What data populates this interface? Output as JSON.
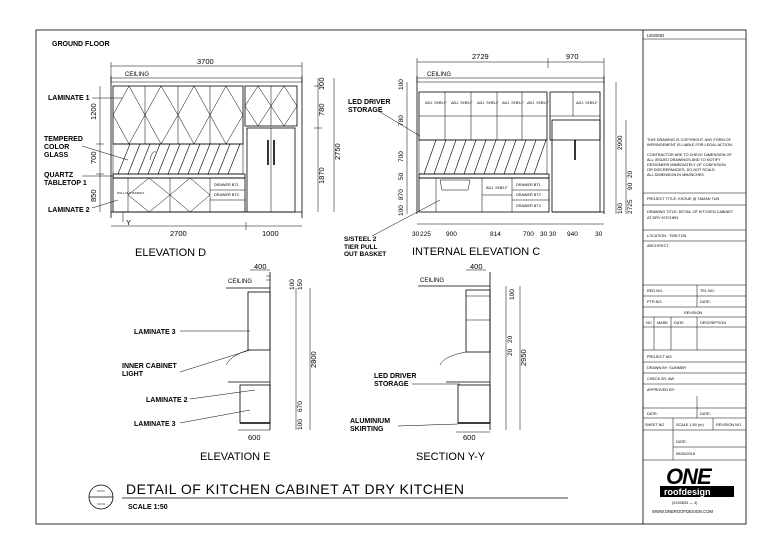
{
  "sheet_header": "GROUND FLOOR",
  "elevation_d": {
    "title": "ELEVATION D",
    "ceiling": "CEILING",
    "dim_top": "3700",
    "dim_bottom_left": "2700",
    "dim_bottom_right": "1000",
    "dim_left": [
      "1200",
      "700",
      "850"
    ],
    "dim_right_inner": [
      "100",
      "780",
      "1870"
    ],
    "dim_right_outer": "2750",
    "labels": [
      "LAMINATE 1",
      "TEMPERED COLOR GLASS",
      "QUARTZ TABLETOP 1",
      "LAMINATE 2"
    ],
    "drawers": [
      "DRAWER BT1",
      "DRAWER BT3"
    ],
    "pull_out": "PULL OUT BASKET",
    "section_mark": "Y"
  },
  "internal_elevation_c": {
    "title": "INTERNAL ELEVATION C",
    "ceiling": "CEILING",
    "dim_top": [
      "2729",
      "970"
    ],
    "dim_bottom": [
      "30",
      "225",
      "900",
      "814",
      "700",
      "30",
      "30",
      "940",
      "30"
    ],
    "dim_left": [
      "100",
      "780",
      "700",
      "50",
      "870",
      "100"
    ],
    "dim_right": [
      "2900",
      "2725",
      "90",
      "20",
      "100"
    ],
    "shelf_label": "ADJ. SHELF",
    "drawers": [
      "DRAWER BT1",
      "DRAWER BT2",
      "DRAWER BT3"
    ],
    "labels": [
      "LED DRIVER STORAGE",
      "S/STEEL 2 TIER PULL OUT BASKET"
    ]
  },
  "elevation_e": {
    "title": "ELEVATION E",
    "ceiling": "CEILING",
    "dim_top": "400",
    "dim_bottom": "600",
    "dim_right": [
      "100",
      "150",
      "2800",
      "670",
      "100"
    ],
    "labels": [
      "LAMINATE 3",
      "INNER CABINET LIGHT",
      "LAMINATE 2",
      "LAMINATE 3"
    ]
  },
  "section_yy": {
    "title": "SECTION Y-Y",
    "ceiling": "CEILING",
    "dim_top": "400",
    "dim_bottom": "600",
    "dim_right": [
      "100",
      "2950",
      "20",
      "20"
    ],
    "labels": [
      "LED DRIVER STORAGE",
      "ALUMINIUM SKIRTING"
    ]
  },
  "main_title": "DETAIL OF KITCHEN CABINET AT DRY KITCHEN",
  "scale": "SCALE 1:50",
  "title_block": {
    "legend": "LEGEND",
    "notes": [
      "THIS DRAWING IS COPYRIGHT. ANY FORM OF",
      "INFRINGEMENT IS LIABLE FOR LEGAL ACTION.",
      "",
      "CONTRACTOR ARE TO CHECK DIMENSION OF",
      "ALL ISSUED DRAWINGS AND TO NOTIFY",
      "DESIGNERS IMMEDIATELY OF CONFUSION",
      "OR DISCREPANCIES. DO NOT SCALE.",
      "ALL DIMENSION IN MM/INCHES"
    ],
    "project_title": "PROJECT TITLE: KHOUE @ TAMAN TUN",
    "drawing_title_1": "DRAWING TITLE: DETAIL OF KITCHEN CABINET",
    "drawing_title_2": "AT DRY KITCHEN",
    "location": "LOCATION : TMN TUN",
    "architect": "ARCHITECT",
    "reg_no": "REG.NO:",
    "tel_no": "TEL NO:",
    "ptr_no": "PTR.NO:",
    "date": "DATE:",
    "revision": "REVISION",
    "rev_cols": [
      "NO",
      "MARK",
      "DATE",
      "DESCRIPTION"
    ],
    "project_no": "PROJECT NO:",
    "drawn_by": "DRAWN BY: SUMMER",
    "check_by": "CHECK BY: AW",
    "approved_by": "APPROVED BY:",
    "sheet_no": "SHEET NO",
    "scale_cell": "SCALE 1:50 (m)",
    "revision_no": "REVISION NO",
    "date_value": "09/05/2018",
    "logo_top": "ONE",
    "logo_bottom": "roofdesign",
    "phone": "(0193833 — 4)",
    "website": "WWW.ONEROOFDESIGN.COM"
  }
}
